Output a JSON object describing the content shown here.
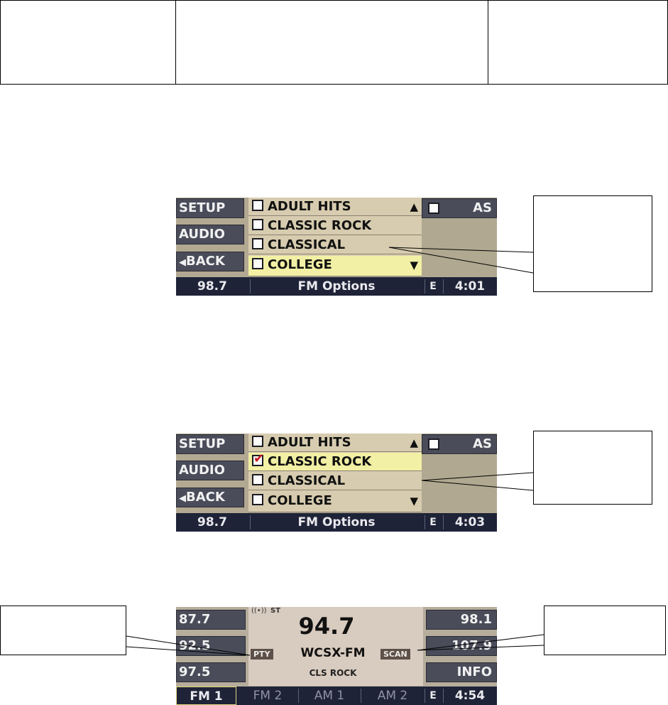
{
  "screens": {
    "fm_options_1": {
      "left_buttons": [
        "SETUP",
        "AUDIO",
        "BACK"
      ],
      "back_icon": "left-triangle-icon",
      "list_items": [
        {
          "label": "ADULT HITS",
          "checked": false,
          "arrow": "▲"
        },
        {
          "label": "CLASSIC ROCK",
          "checked": false,
          "arrow": ""
        },
        {
          "label": "CLASSICAL",
          "checked": false,
          "arrow": ""
        },
        {
          "label": "COLLEGE",
          "checked": false,
          "arrow": "▼"
        }
      ],
      "highlighted_index": 3,
      "right_button": "AS",
      "status": {
        "frequency": "98.7",
        "title": "FM Options",
        "indicator": "E",
        "time": "4:01"
      }
    },
    "fm_options_2": {
      "left_buttons": [
        "SETUP",
        "AUDIO",
        "BACK"
      ],
      "back_icon": "left-triangle-icon",
      "list_items": [
        {
          "label": "ADULT HITS",
          "checked": false,
          "arrow": "▲"
        },
        {
          "label": "CLASSIC ROCK",
          "checked": true,
          "arrow": ""
        },
        {
          "label": "CLASSICAL",
          "checked": false,
          "arrow": ""
        },
        {
          "label": "COLLEGE",
          "checked": false,
          "arrow": "▼"
        }
      ],
      "highlighted_index": 1,
      "right_button": "AS",
      "status": {
        "frequency": "98.7",
        "title": "FM Options",
        "indicator": "E",
        "time": "4:03"
      }
    },
    "radio": {
      "left_presets": [
        "87.7",
        "92.5",
        "97.5"
      ],
      "right_presets": [
        "98.1",
        "107.9"
      ],
      "info_button": "INFO",
      "stereo_indicator": "ST",
      "stereo_icon": "broadcast-icon",
      "frequency": "94.7",
      "station": "WCSX-FM",
      "genre": "CLS ROCK",
      "pty_label": "PTY",
      "scan_label": "SCAN",
      "bands": [
        "FM 1",
        "FM 2",
        "AM 1",
        "AM 2"
      ],
      "active_band": "FM 1",
      "indicator": "E",
      "time": "4:54"
    }
  },
  "colors": {
    "button_bg": "#4a4c5a",
    "status_bar_bg": "#1e2337",
    "list_bg": "#d7ccaf",
    "highlight_bg": "#f2f0a4",
    "check_color": "#c8181d",
    "chip_bg": "#5d4f49"
  }
}
